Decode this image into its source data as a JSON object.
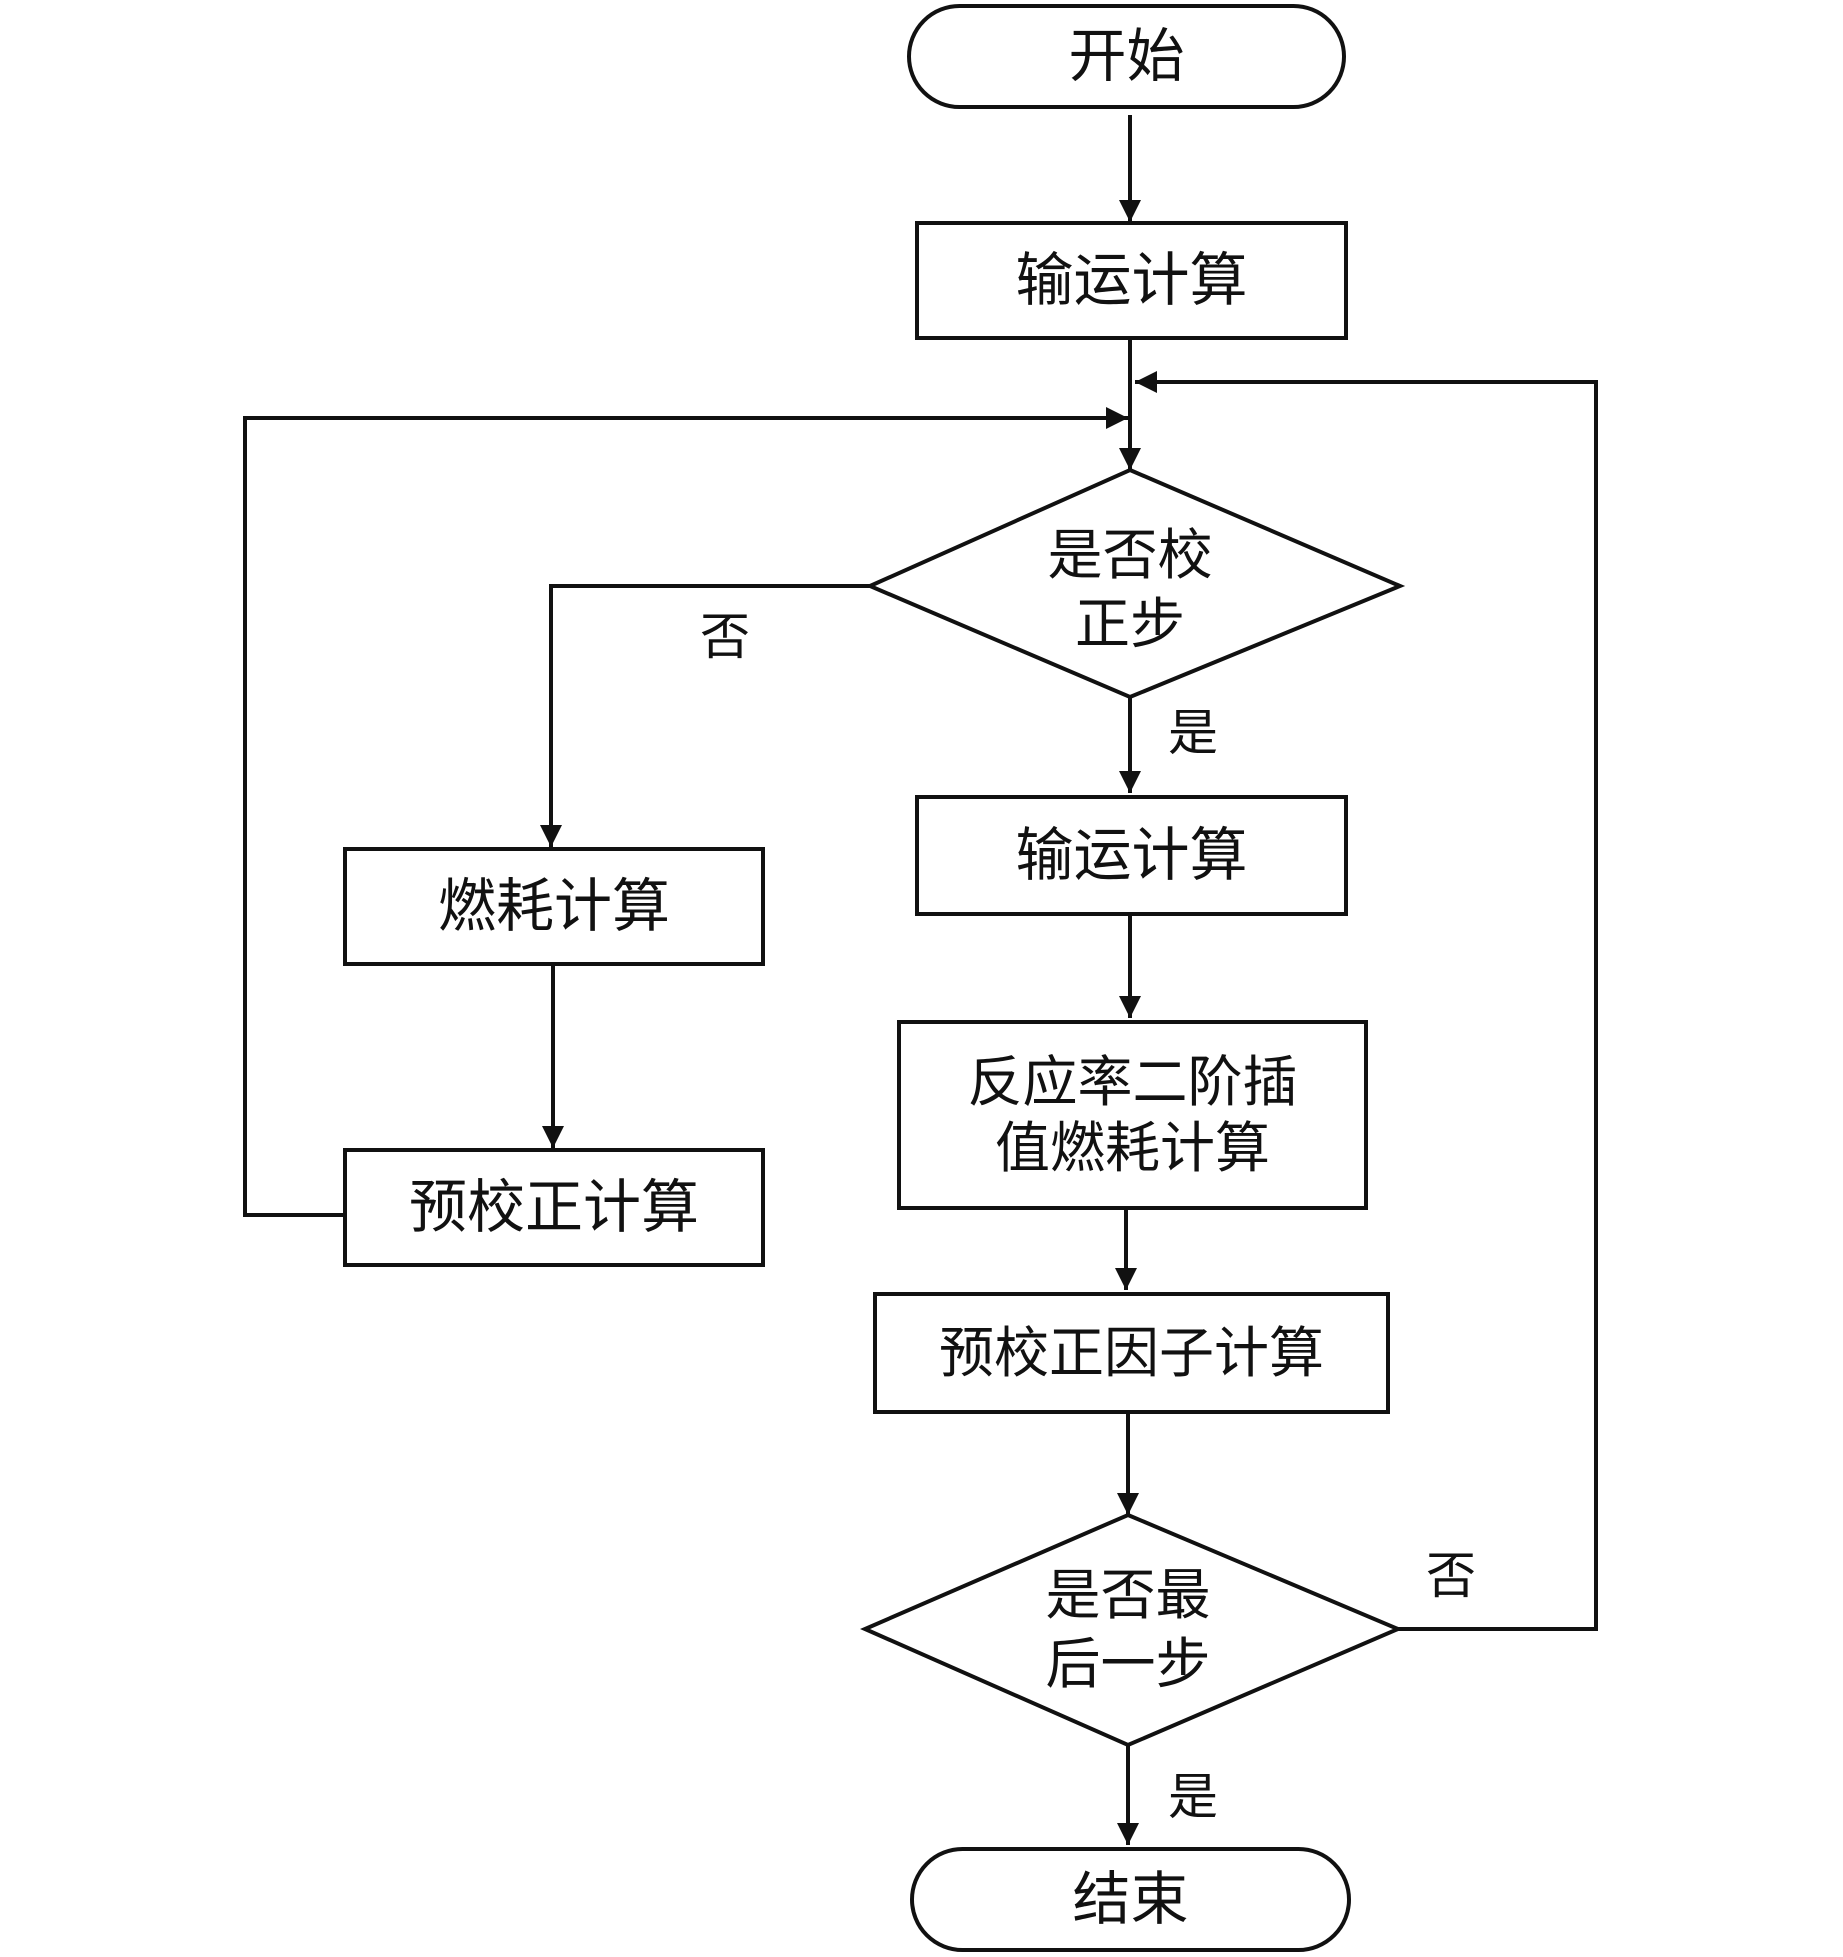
{
  "flowchart": {
    "start": "开始",
    "transport_calc_1": "输运计算",
    "decision_correction": {
      "line1": "是否校",
      "line2": "正步"
    },
    "label_no_1": "否",
    "label_yes_1": "是",
    "burnup_calc": "燃耗计算",
    "precorrection_calc": "预校正计算",
    "transport_calc_2": "输运计算",
    "reactivity_interp": {
      "line1": "反应率二阶插",
      "line2": "值燃耗计算"
    },
    "precorrection_factor_calc": "预校正因子计算",
    "decision_last": {
      "line1": "是否最",
      "line2": "后一步"
    },
    "label_no_2": "否",
    "label_yes_2": "是",
    "end": "结束"
  }
}
